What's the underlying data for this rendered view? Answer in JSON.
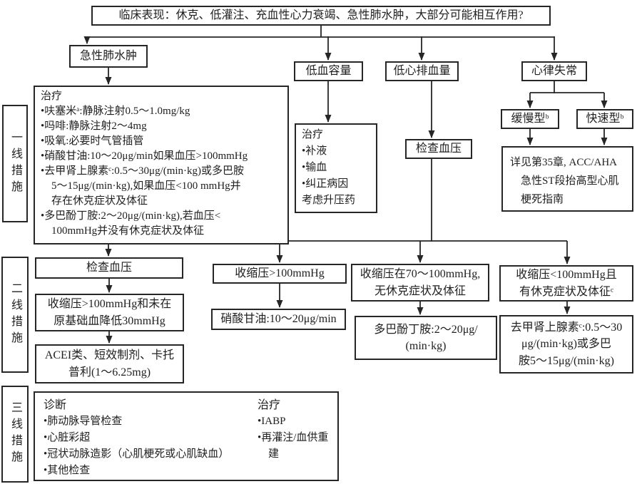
{
  "header": {
    "clinical_manifestation": "临床表现：休克、低灌注、充血性心力衰竭、急性肺水肿，大部分可能相互作用?"
  },
  "side_labels": {
    "first_line": "一线措施",
    "second_line": "二线措施",
    "third_line": "三线措施"
  },
  "branches": {
    "acute_pulmonary_edema": "急性肺水肿",
    "hypovolemia": "低血容量",
    "low_cardiac_output": "低心排血量",
    "arrhythmia": "心律失常",
    "bradyarrhythmia": "缓慢型ᵇ",
    "tachyarrhythmia": "快速型ᵇ"
  },
  "first_line": {
    "pulmonary_edema_treatment": {
      "title": "治疗",
      "items": [
        "呋塞米ᵃ:静脉注射0.5～1.0mg/kg",
        "吗啡:静脉注射2～4mg",
        "吸氧:必要时气管插管",
        "硝酸甘油:10～20μg/min如果血压>100mmHg",
        "去甲肾上腺素ᶜ:0.5～30μg/(min·kg)或多巴胺\n5～15μg/(min·kg),如果血压<100 mmHg并\n存在休克症状及体征",
        "多巴酚丁胺:2～20μg/(min·kg),若血压<\n100mmHg并没有休克症状及体征"
      ]
    },
    "hypovolemia_treatment": {
      "title": "治疗",
      "items": [
        "补液",
        "输血",
        "纠正病因"
      ],
      "footer": "考虑升压药"
    },
    "check_bp": "检查血压",
    "see_chapter": "详见第35章, ACC/AHA\n　急性ST段抬高型心肌\n　梗死指南"
  },
  "second_line": {
    "left": {
      "check_bp": "检查血压",
      "sbp_condition": "收缩压>100mmHg和未在\n原基础血降低30mmHg",
      "acei": "ACEI类、短效制剂、卡托\n普利(1～6.25mg)"
    },
    "middle": {
      "sbp_gt_100": "收缩压>100mmHg",
      "nitroglycerin": "硝酸甘油:10～20μg/min",
      "sbp_70_100": "收缩压在70～100mmHg,\n无休克症状及体征",
      "dobutamine": "多巴酚丁胺:2～20μg/\n(min·kg)"
    },
    "right": {
      "sbp_lt_100": "收缩压<100mmHg且\n有休克症状及体征ᶜ",
      "norepinephrine": "去甲肾上腺素ᶜ:0.5～30\nμg/(min·kg)或多巴\n胺5～15μg/(min·kg)"
    }
  },
  "third_line": {
    "diagnosis": {
      "title": "诊断",
      "items": [
        "肺动脉导管检查",
        "心脏彩超",
        "冠状动脉造影（心肌梗死或心肌缺血）",
        "其他检查"
      ]
    },
    "treatment": {
      "title": "治疗",
      "items": [
        "IABP",
        "再灌注/血供重建"
      ]
    }
  },
  "colors": {
    "line": "#262626",
    "background": "#ffffff",
    "text": "#1f1f1f"
  }
}
